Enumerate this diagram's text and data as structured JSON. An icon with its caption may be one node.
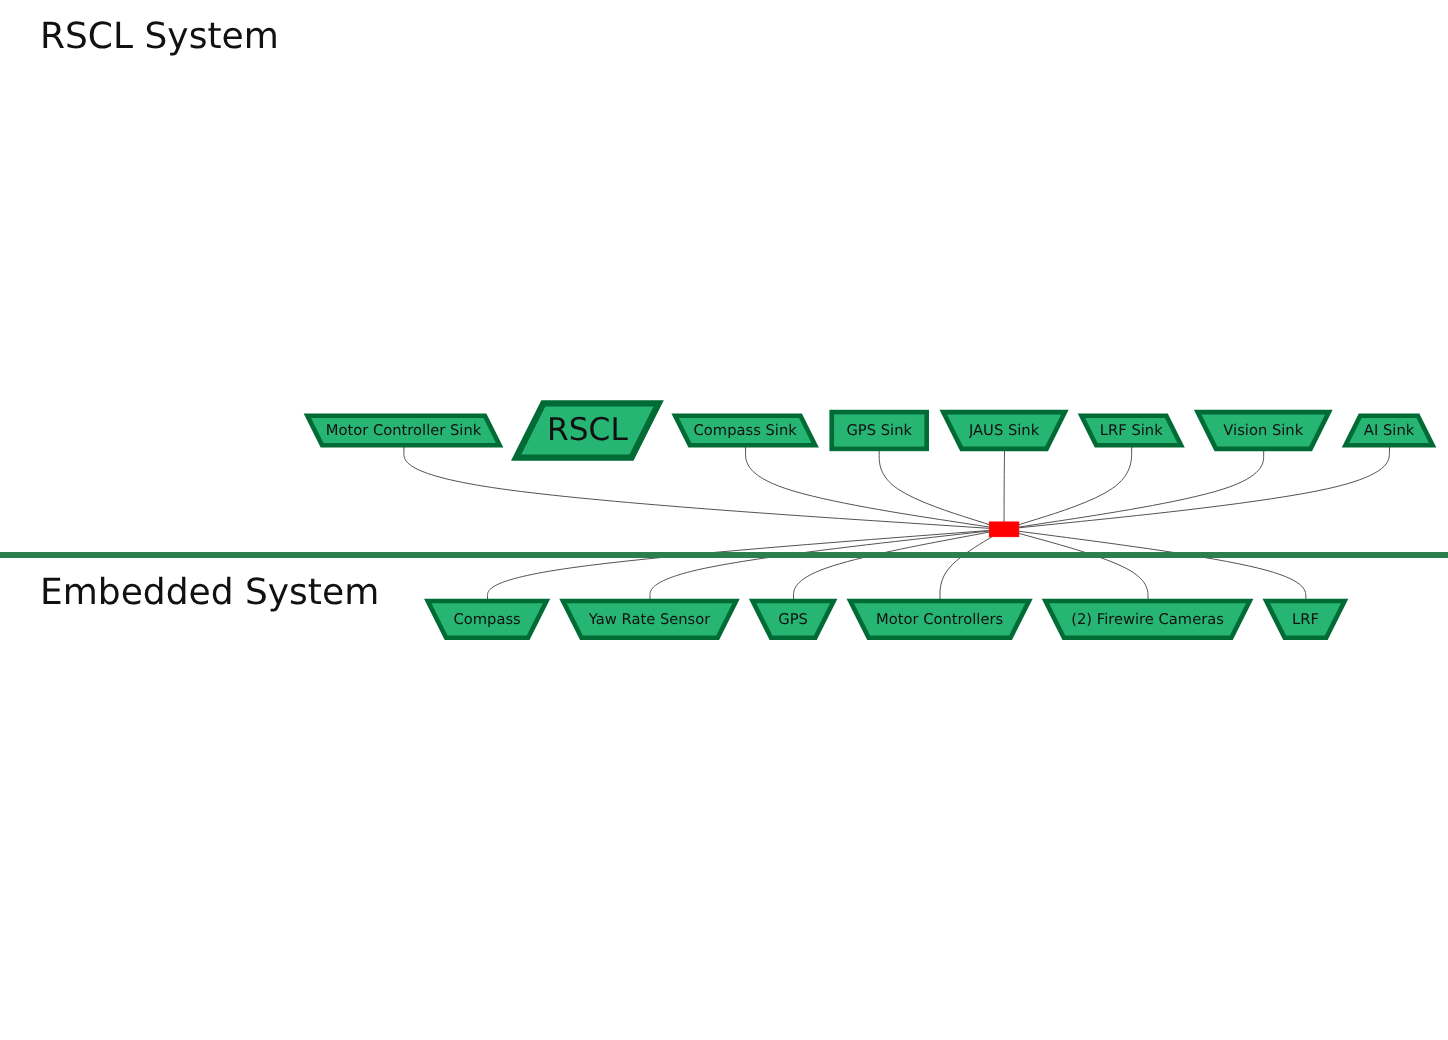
{
  "diagram": {
    "nodes": [
      {
        "text": [
          "Motor Controller Sink"
        ]
      },
      {
        "text": [
          "RSCL"
        ]
      },
      {
        "text": [
          "AI Sink"
        ]
      },
      {
        "text": [
          "Compass Sink"
        ]
      },
      {
        "text": [
          "Vision Sink"
        ]
      },
      {
        "text": [
          "GPS Sink"
        ]
      },
      {
        "text": [
          "JAUS Sink"
        ]
      },
      {
        "text": [
          "LRF Sink"
        ]
      },
      {
        "text": [],
        "shape": "box"
      },
      {
        "text": [
          "Compass"
        ]
      },
      {
        "text": [
          "Yaw Rate Sensor"
        ]
      },
      {
        "text": [
          "GPS"
        ]
      },
      {
        "text": [
          "Motor Controllers"
        ]
      },
      {
        "text": [
          "(2) Firewire Cameras"
        ]
      },
      {
        "text": [
          "LRF"
        ]
      }
    ],
    "edges": [
      {
        "from": 0,
        "to": 8,
        "arrow": "none"
      },
      {
        "from": 3,
        "to": 8,
        "arrow": "none"
      },
      {
        "from": 5,
        "to": 8,
        "arrow": "none"
      },
      {
        "from": 6,
        "to": 8,
        "arrow": "none"
      },
      {
        "from": 7,
        "to": 8,
        "arrow": "none"
      },
      {
        "from": 4,
        "to": 8,
        "arrow": "none"
      },
      {
        "from": 2,
        "to": 8,
        "arrow": "none"
      },
      {
        "from": 8,
        "to": 9,
        "arrow": "none"
      },
      {
        "from": 8,
        "to": 10,
        "arrow": "none"
      },
      {
        "from": 8,
        "to": 11,
        "arrow": "none"
      },
      {
        "from": 8,
        "to": 12,
        "arrow": "none"
      },
      {
        "from": 8,
        "to": 13,
        "arrow": "none"
      },
      {
        "from": 8,
        "to": 14,
        "arrow": "none"
      }
    ],
    "labels": [
      "RSCL System",
      "Embedded System"
    ]
  }
}
